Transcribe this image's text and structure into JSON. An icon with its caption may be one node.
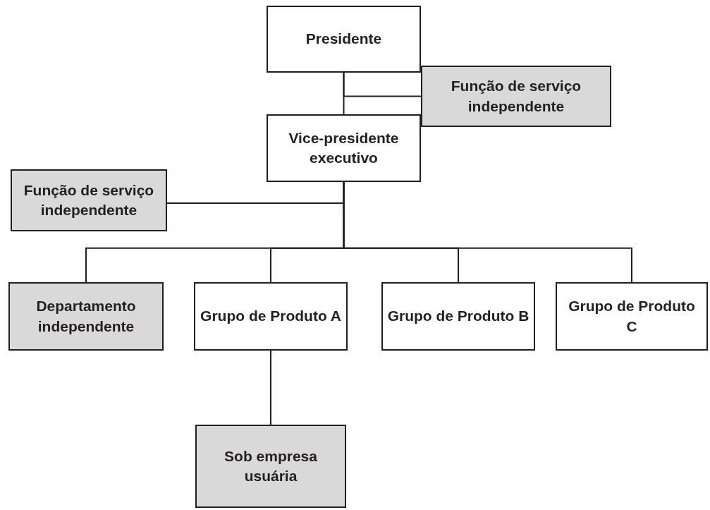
{
  "diagram": {
    "nodes": [
      {
        "text": [
          "Presidente"
        ]
      },
      {
        "text": [
          "Função de serviço independente"
        ]
      },
      {
        "text": [
          "Vice-presidente executivo"
        ]
      },
      {
        "text": [
          "Função de serviço independente"
        ]
      },
      {
        "text": [
          "Departamento independente"
        ]
      },
      {
        "text": [
          "Grupo de Produto A"
        ]
      },
      {
        "text": [
          "Grupo de Produto B"
        ]
      },
      {
        "text": [
          "Grupo de Produto C"
        ]
      },
      {
        "text": [
          "Sob empresa usuária"
        ]
      }
    ],
    "edges": [
      {
        "from": 0,
        "to": 2,
        "arrow": "none"
      },
      {
        "from": 0,
        "to": 1,
        "arrow": "none"
      },
      {
        "from": 2,
        "to": 3,
        "arrow": "none"
      },
      {
        "from": 2,
        "to": 4,
        "arrow": "none"
      },
      {
        "from": 2,
        "to": 5,
        "arrow": "none"
      },
      {
        "from": 2,
        "to": 6,
        "arrow": "none"
      },
      {
        "from": 2,
        "to": 7,
        "arrow": "none"
      },
      {
        "from": 5,
        "to": 8,
        "arrow": "none"
      }
    ]
  }
}
